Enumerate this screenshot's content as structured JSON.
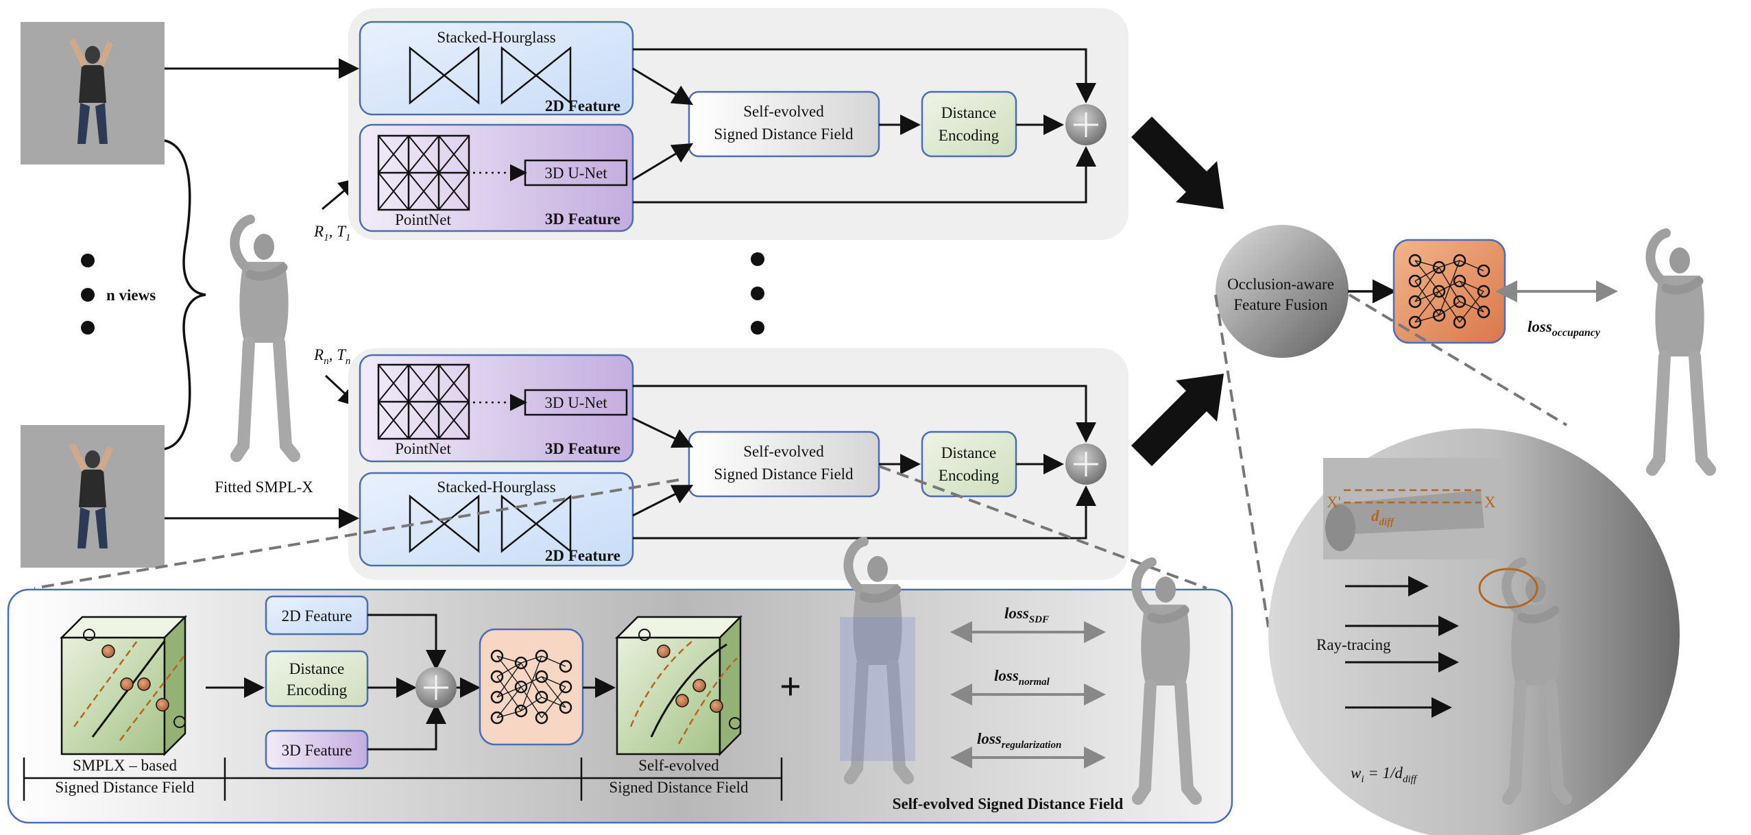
{
  "labels": {
    "n_views": "n views",
    "fitted_smpl": "Fitted SMPL-X",
    "pose_1": "R",
    "pose_1_sub_r": "1",
    "pose_1_t": "T",
    "pose_1_sub_t": "1",
    "pose_n": "R",
    "pose_n_sub_r": "n",
    "pose_n_t": "T",
    "pose_n_sub_t": "n",
    "top": {
      "stacked_hourglass": "Stacked-Hourglass",
      "feature_2d": "2D Feature",
      "pointnet": "PointNet",
      "unet": "3D U-Net",
      "feature_3d": "3D Feature",
      "sdf_line1": "Self-evolved",
      "sdf_line2": "Signed Distance Field",
      "dist_line1": "Distance",
      "dist_line2": "Encoding"
    },
    "bottom": {
      "pointnet": "PointNet",
      "unet": "3D U-Net",
      "feature_3d": "3D Feature",
      "stacked_hourglass": "Stacked-Hourglass",
      "feature_2d": "2D Feature",
      "sdf_line1": "Self-evolved",
      "sdf_line2": "Signed Distance Field",
      "dist_line1": "Distance",
      "dist_line2": "Encoding"
    },
    "fusion_line1": "Occlusion-aware",
    "fusion_line2": "Feature Fusion",
    "loss_occ": "loss",
    "loss_occ_sub": "occupancy",
    "inset_x_prime": "X'",
    "inset_x": "X",
    "inset_d": "d",
    "inset_d_sub": "diff",
    "ray_tracing": "Ray-tracing",
    "weight_formula": "w",
    "weight_sub": "i",
    "weight_rest": " = 1/d",
    "weight_rest_sub": "diff",
    "panel": {
      "feature_2d": "2D Feature",
      "dist_line1": "Distance",
      "dist_line2": "Encoding",
      "feature_3d": "3D Feature",
      "smplx_line1": "SMPLX – based",
      "smplx_line2": "Signed Distance Field",
      "evolved_line1": "Self-evolved",
      "evolved_line2": "Signed Distance Field",
      "loss_sdf": "loss",
      "loss_sdf_sub": "SDF",
      "loss_normal": "loss",
      "loss_normal_sub": "normal",
      "loss_reg": "loss",
      "loss_reg_sub": "regularization",
      "panel_title": "Self-evolved Signed Distance Field",
      "plus": "+"
    }
  },
  "icons": [
    "person-photo-icon",
    "smplx-body-icon",
    "hourglass-icon",
    "pointnet-grid-icon",
    "neural-network-icon",
    "sdf-cube-icon",
    "sum-node-icon",
    "human-mesh-icon"
  ],
  "colors": {
    "blue_box": "#dce8fb",
    "purple_box": "#d8c8ec",
    "green_box": "#d9e6cc",
    "orange_box": "#e89a6a",
    "border_blue": "#4a6db3",
    "gray_panel": "#efefef",
    "dash_orange": "#b5651d"
  }
}
